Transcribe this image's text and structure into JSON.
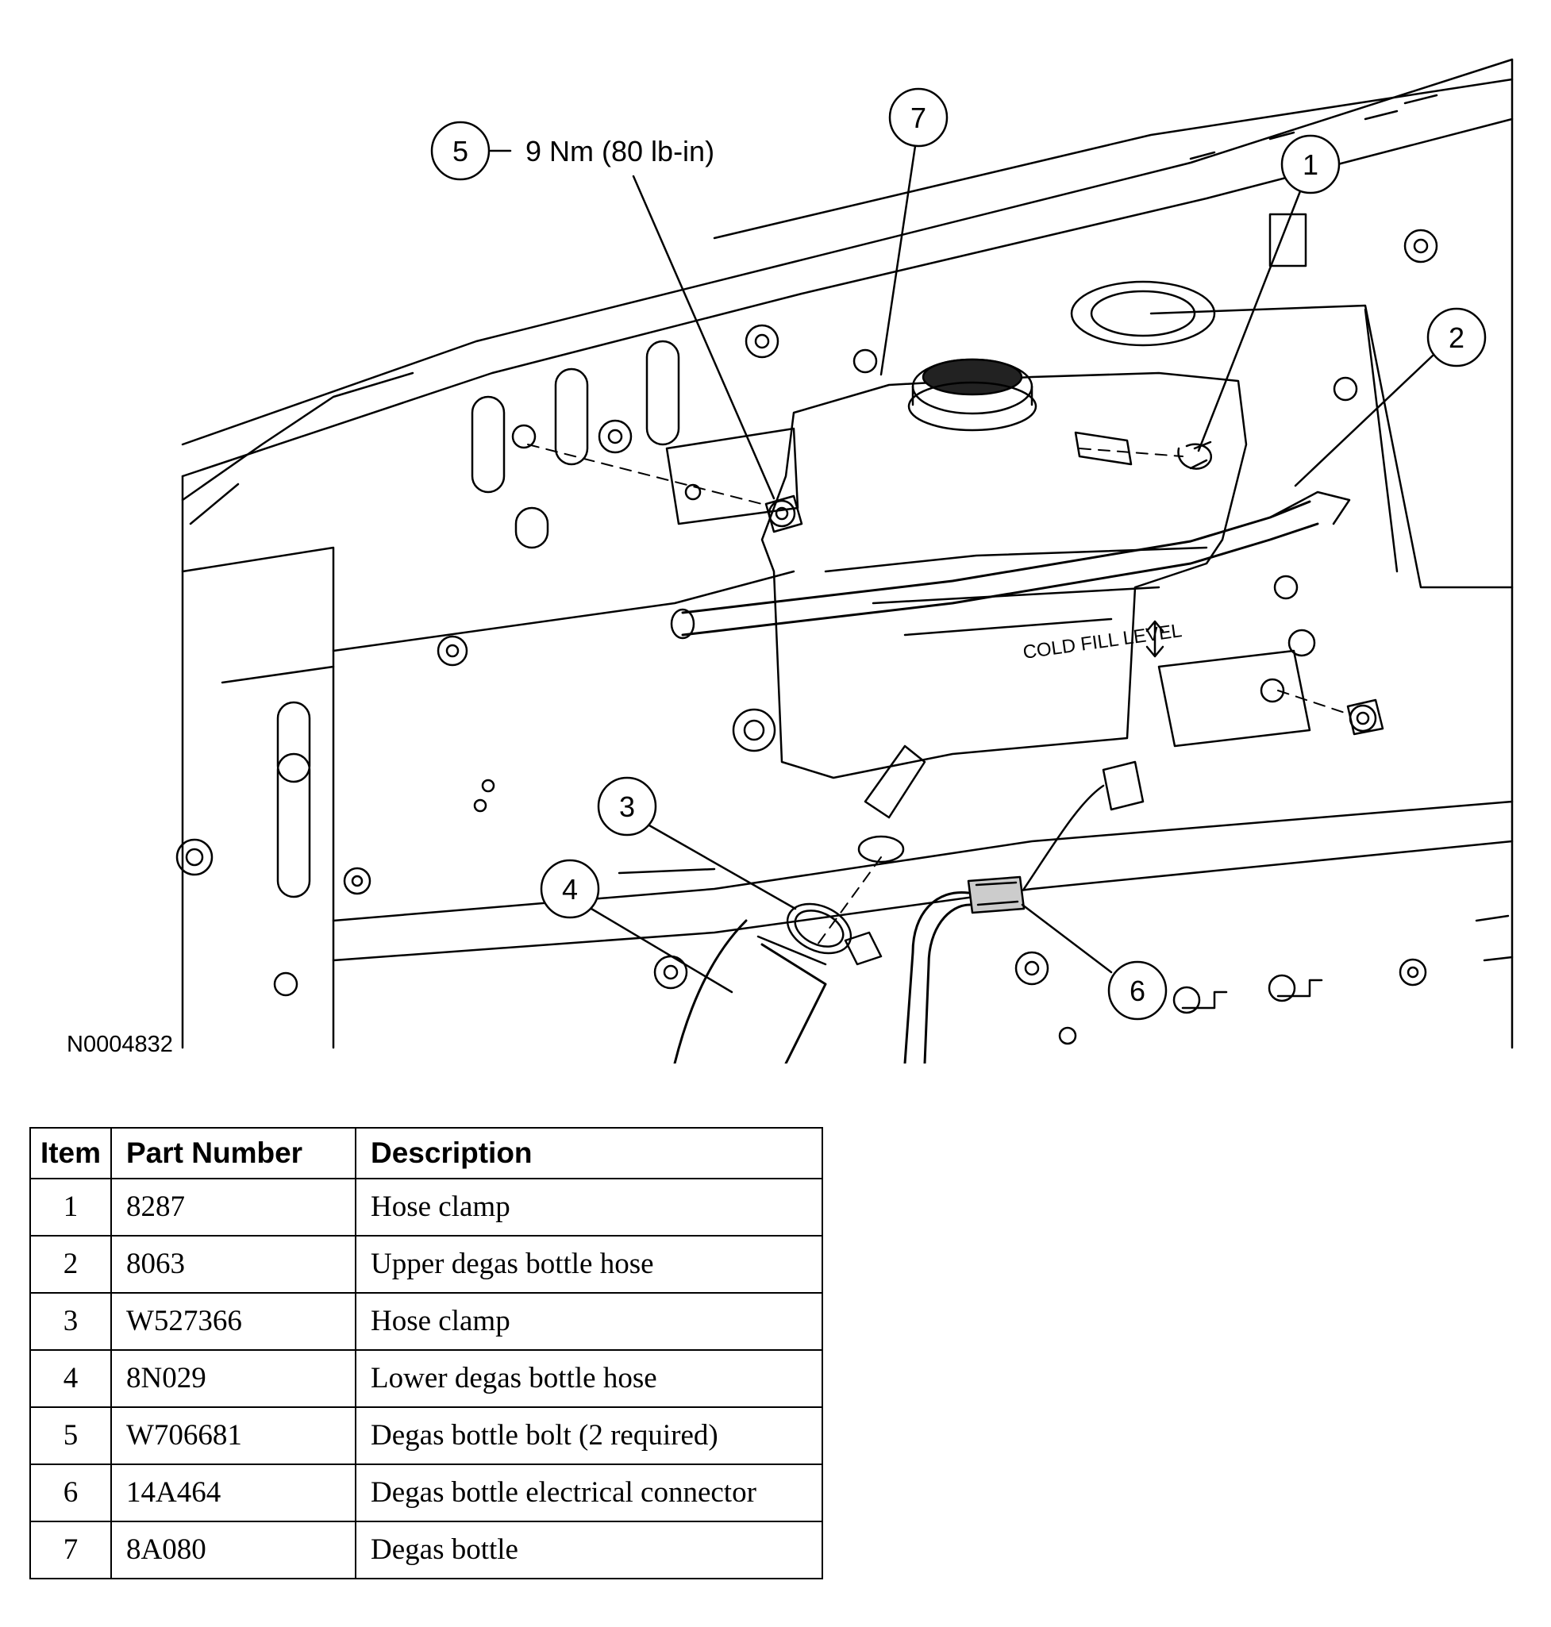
{
  "figure_id": "N0004832",
  "torque_spec": "9 Nm (80 lb-in)",
  "callouts": [
    {
      "label": "1"
    },
    {
      "label": "2"
    },
    {
      "label": "3"
    },
    {
      "label": "4"
    },
    {
      "label": "5"
    },
    {
      "label": "6"
    },
    {
      "label": "7"
    }
  ],
  "tank_marking": "COLD FILL LEVEL",
  "table": {
    "headers": [
      "Item",
      "Part Number",
      "Description"
    ],
    "rows": [
      {
        "item": "1",
        "part_number": "8287",
        "description": "Hose clamp"
      },
      {
        "item": "2",
        "part_number": "8063",
        "description": "Upper degas bottle hose"
      },
      {
        "item": "3",
        "part_number": "W527366",
        "description": "Hose clamp"
      },
      {
        "item": "4",
        "part_number": "8N029",
        "description": "Lower degas bottle hose"
      },
      {
        "item": "5",
        "part_number": "W706681",
        "description": "Degas bottle bolt (2 required)"
      },
      {
        "item": "6",
        "part_number": "14A464",
        "description": "Degas bottle electrical connector"
      },
      {
        "item": "7",
        "part_number": "8A080",
        "description": "Degas bottle"
      }
    ]
  }
}
